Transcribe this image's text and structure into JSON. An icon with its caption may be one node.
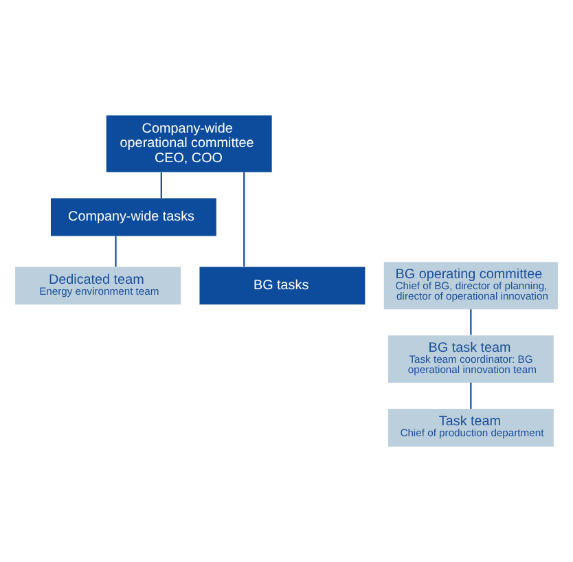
{
  "diagram": {
    "nodes": [
      {
        "text": [
          "Company-wide operational committee CEO, COO"
        ]
      },
      {
        "text": [
          "Company-wide tasks"
        ]
      },
      {
        "text": [
          "BG tasks"
        ]
      },
      {
        "text": [
          "BG operating committee",
          "Chief of BG, director of planning, director of operational innovation"
        ]
      },
      {
        "text": [
          "Dedicated team",
          "Energy environment team"
        ]
      },
      {
        "text": [
          "BG task team",
          "Task team coordinator: BG operational innovation team"
        ]
      },
      {
        "text": [
          "Task team",
          "Chief of production department"
        ]
      }
    ],
    "edges": [
      {
        "from": 0,
        "to": 1,
        "arrow": "none"
      },
      {
        "from": 0,
        "to": 2,
        "arrow": "none"
      },
      {
        "from": 1,
        "to": 4,
        "arrow": "none"
      },
      {
        "from": 3,
        "to": 5,
        "arrow": "none"
      },
      {
        "from": 5,
        "to": 6,
        "arrow": "none"
      }
    ]
  }
}
